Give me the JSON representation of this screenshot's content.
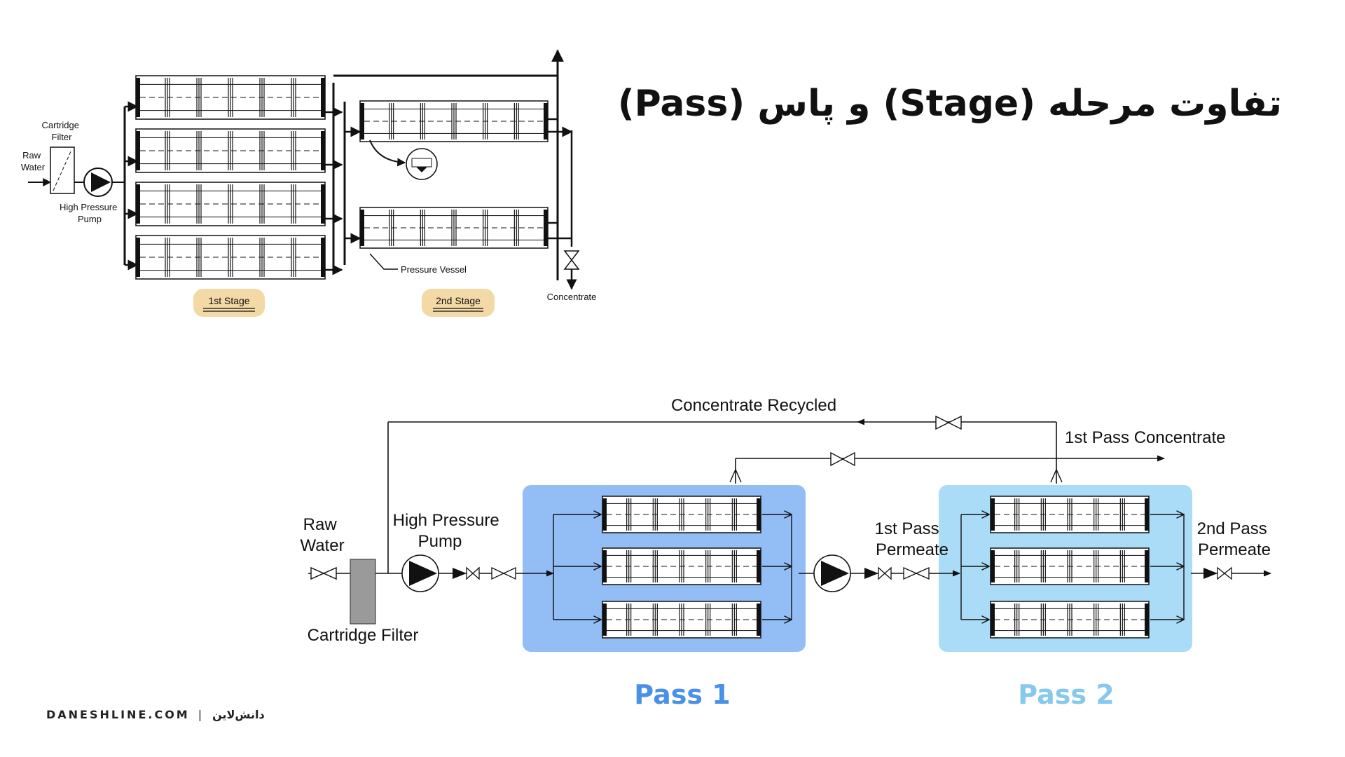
{
  "title": "تفاوت مرحله (Stage) و پاس (Pass)",
  "stage_diagram": {
    "cartridge_filter": "Cartridge\nFilter",
    "raw_water": "Raw\nWater",
    "high_pressure_pump": "High Pressure\nPump",
    "pressure_vessel": "Pressure Vessel",
    "concentrate": "Concentrate",
    "first_stage": "1st Stage",
    "second_stage": "2nd Stage"
  },
  "pass_diagram": {
    "concentrate_recycled": "Concentrate Recycled",
    "first_pass_concentrate": "1st Pass Concentrate",
    "raw_water": "Raw\nWater",
    "high_pressure_pump": "High Pressure\nPump",
    "cartridge_filter": "Cartridge Filter",
    "first_pass_permeate": "1st Pass\nPermeate",
    "second_pass_permeate": "2nd Pass\nPermeate",
    "pass1": "Pass 1",
    "pass2": "Pass 2"
  },
  "colors": {
    "pass1_box": "#93bdf5",
    "pass2_box": "#abdcf7",
    "pass1_text": "#4a90e6",
    "pass2_text": "#86c8ee",
    "stage_badge": "#f3d9a6"
  },
  "footer": {
    "site": "DANESHLINE.COM",
    "brand": "دانش‌لاین"
  }
}
